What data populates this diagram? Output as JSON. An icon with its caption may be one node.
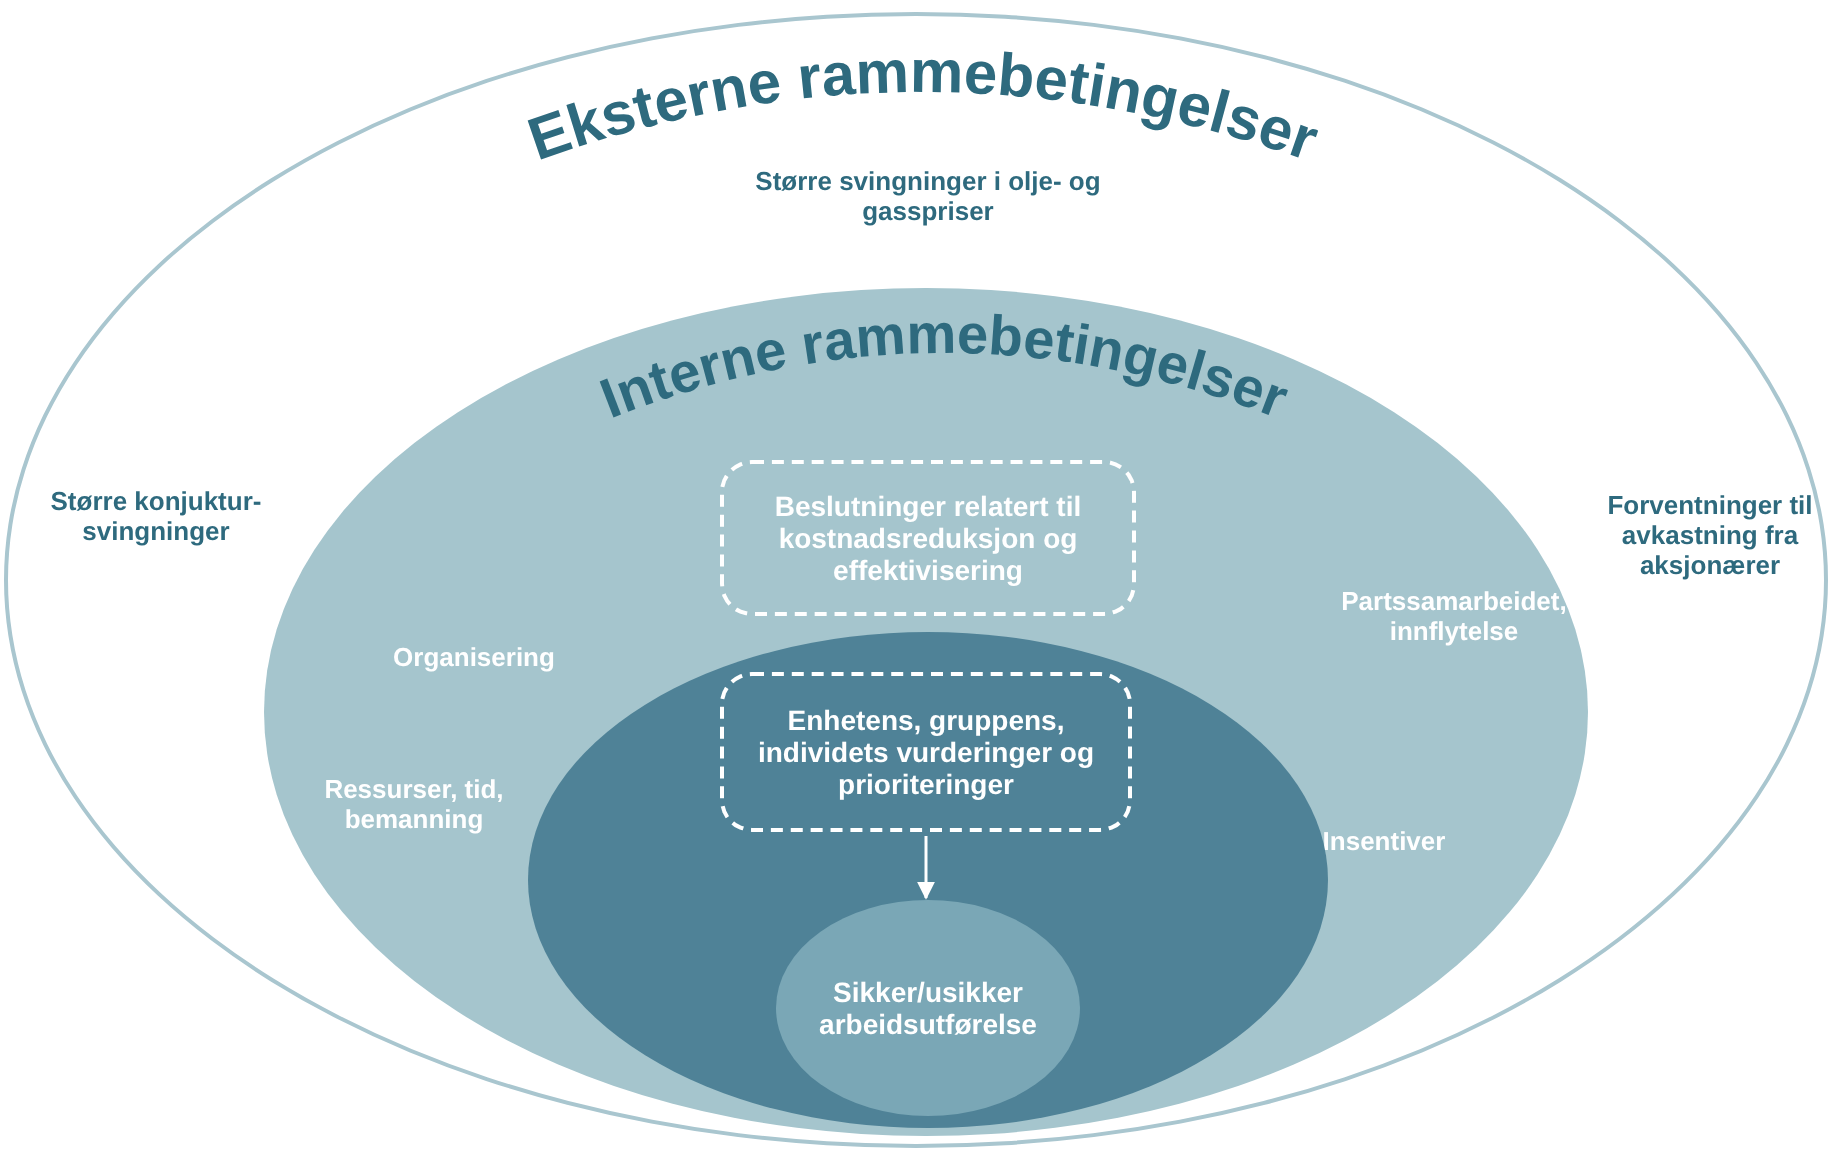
{
  "diagram": {
    "nodes": [
      {
        "text": [
          "Eksterne rammebetingelser",
          "Større svingninger i olje- og gasspriser",
          "Større konjuktur-svingninger",
          "Forventninger til avkastning fra aksjonærer"
        ]
      },
      {
        "text": [
          "Interne rammebetingelser",
          "Organisering",
          "Ressurser, tid, bemanning",
          "Partssamarbeidet, innflytelse",
          "Insentiver"
        ],
        "in": 0
      },
      {
        "text": [
          "Beslutninger relatert til kostnadsreduksjon og effektivisering"
        ],
        "in": 1
      },
      {
        "text": [],
        "shape": "ellipse",
        "in": 1
      },
      {
        "text": [
          "Enhetens, gruppens, individets vurderinger og prioriteringer"
        ],
        "in": 3
      },
      {
        "text": [
          "Sikker/usikker arbeidsutførelse"
        ],
        "in": 3
      }
    ],
    "edges": [
      {
        "from": 4,
        "to": 5,
        "arrow": "to"
      }
    ]
  }
}
